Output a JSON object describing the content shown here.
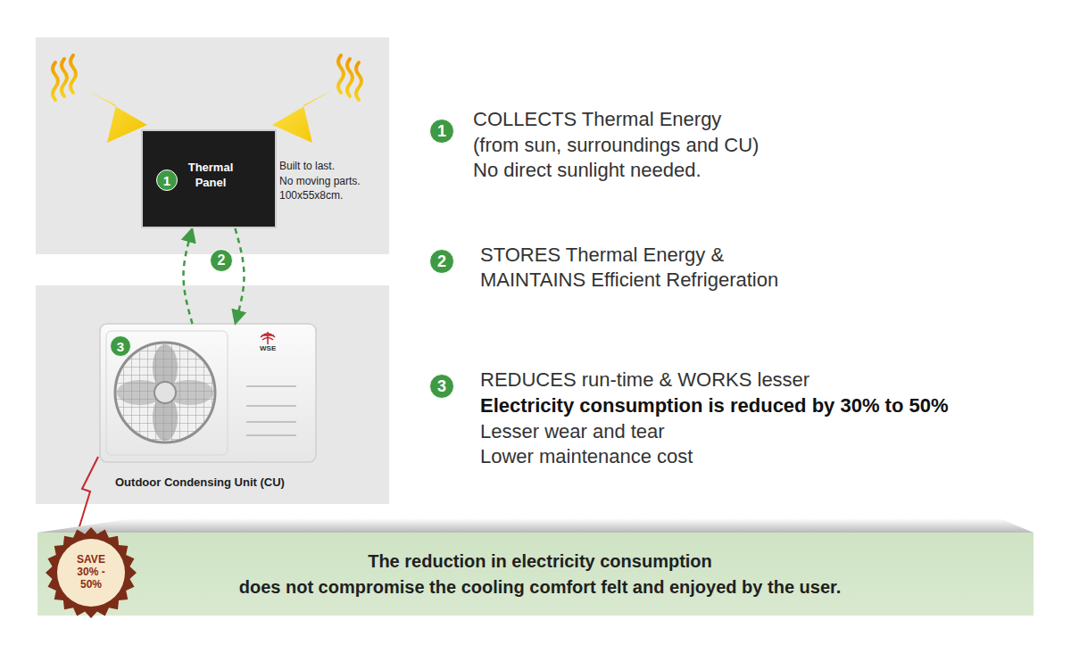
{
  "diagram": {
    "nodes": [
      {
        "text": [
          "Thermal Panel"
        ]
      },
      {
        "text": [
          "1"
        ],
        "in": 0
      },
      {
        "text": [
          "2"
        ]
      },
      {
        "text": [
          "Outdoor Condensing Unit (CU)"
        ]
      },
      {
        "text": [
          "3"
        ],
        "in": 3
      },
      {
        "text": [
          "1"
        ]
      },
      {
        "text": [
          "2"
        ]
      },
      {
        "text": [
          "3"
        ]
      },
      {
        "text": [
          "SAVE 30% - 50%"
        ]
      },
      {
        "text": [
          "The reduction in electricity consumption",
          "does not compromise the cooling comfort felt and enjoyed by the user."
        ]
      }
    ],
    "edges": [
      {
        "from": 3,
        "to": 0,
        "arrow": "to"
      },
      {
        "from": 0,
        "to": 3,
        "arrow": "to"
      }
    ],
    "labels": [
      "Built to last.",
      "No moving parts.",
      "100x55x8cm.",
      "WSE",
      "COLLECTS Thermal Energy",
      "(from sun, surroundings and CU)",
      "No direct sunlight needed.",
      "STORES Thermal Energy &",
      "MAINTAINS Efficient Refrigeration",
      "REDUCES run-time & WORKS lesser",
      "Electricity consumption is reduced by 30% to 50%",
      "Lesser wear and tear",
      "Lower maintenance cost"
    ]
  }
}
